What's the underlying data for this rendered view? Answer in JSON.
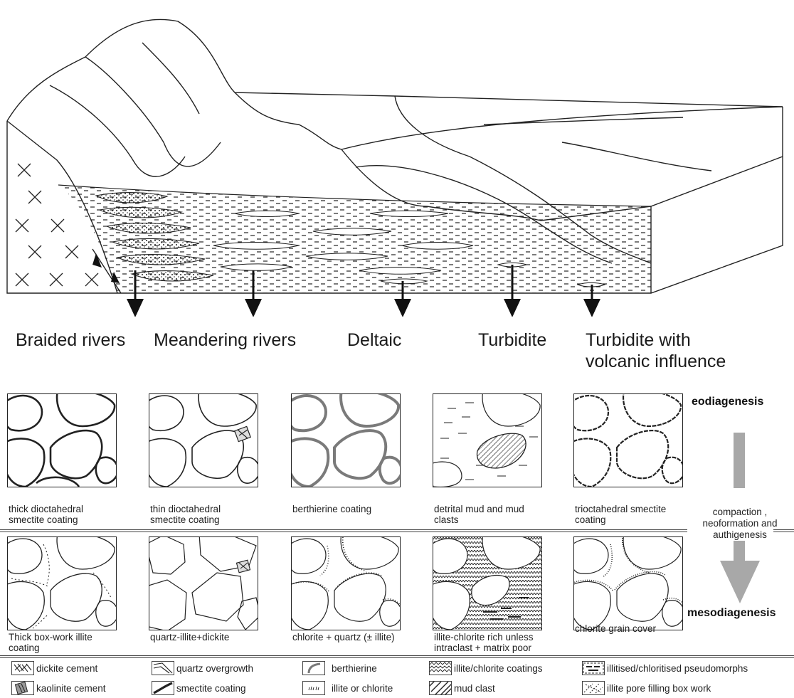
{
  "environments": [
    "Braided rivers",
    "Meandering rivers",
    "Deltaic",
    "Turbidite",
    "Turbidite with volcanic influence"
  ],
  "stages": {
    "top": "eodiagenesis",
    "bottom": "mesodiagenesis",
    "process": "compaction , neoformation and authigenesis"
  },
  "eo_panels": [
    {
      "caption": "thick dioctahedral smectite coating"
    },
    {
      "caption": "thin dioctahedral smectite coating"
    },
    {
      "caption": "berthierine coating"
    },
    {
      "caption": "detrital mud and mud clasts"
    },
    {
      "caption": "trioctahedral smectite coating"
    }
  ],
  "meso_panels": [
    {
      "caption": "Thick box-work illite coating"
    },
    {
      "caption": "quartz-illite+dickite"
    },
    {
      "caption": "chlorite + quartz (± illite)"
    },
    {
      "caption": "illite-chlorite rich unless intraclast + matrix poor"
    },
    {
      "caption": "chlorite grain cover"
    }
  ],
  "legend": [
    {
      "label": "dickite cement",
      "icon": "dickite-cement-icon"
    },
    {
      "label": "quartz overgrowth",
      "icon": "quartz-overgrowth-icon"
    },
    {
      "label": "berthierine",
      "icon": "berthierine-icon"
    },
    {
      "label": "illite/chlorite coatings",
      "icon": "illite-chlorite-coatings-icon"
    },
    {
      "label": "illitised/chloritised pseudomorphs",
      "icon": "pseudomorphs-icon"
    },
    {
      "label": "kaolinite cement",
      "icon": "kaolinite-cement-icon"
    },
    {
      "label": "smectite coating",
      "icon": "smectite-coating-icon"
    },
    {
      "label": "illite or chlorite",
      "icon": "illite-or-chlorite-icon"
    },
    {
      "label": "mud clast",
      "icon": "mud-clast-icon"
    },
    {
      "label": "illite pore filling box work",
      "icon": "box-work-icon"
    }
  ],
  "colors": {
    "line": "#222222",
    "grey_arrow": "#a8a8a8",
    "berthierine": "#7a7a7a"
  }
}
